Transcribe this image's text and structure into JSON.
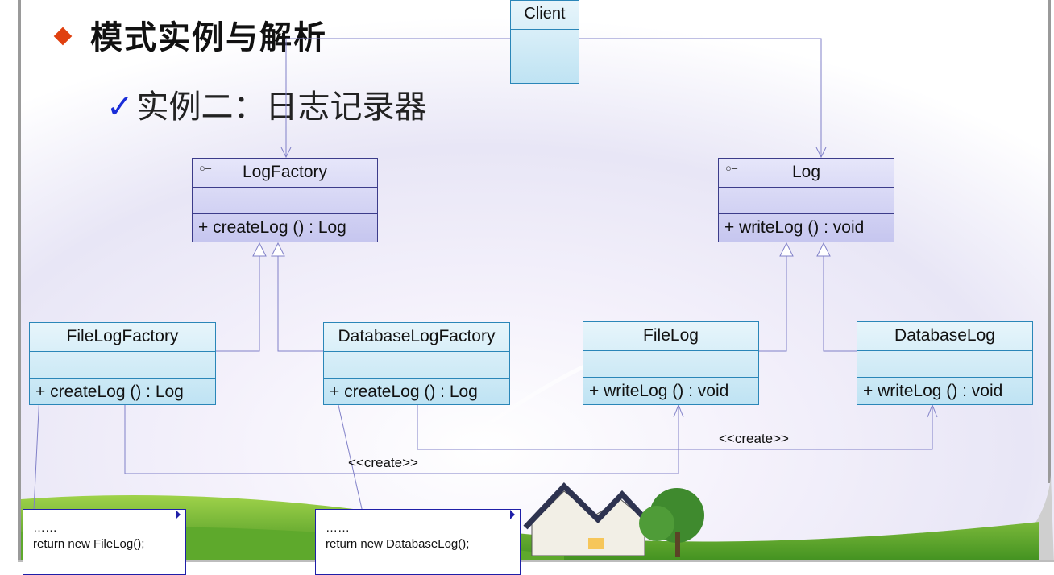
{
  "heading": "模式实例与解析",
  "subheading": "实例二：日志记录器",
  "icons": {
    "bullet": "diamond-bullet-icon",
    "check": "checkmark-icon",
    "interface": "interface-lollipop-icon"
  },
  "colors": {
    "bullet": "#e0400f",
    "check": "#1a2dd8",
    "abstract_class_fill": "#d6d6f5",
    "concrete_class_fill": "#d3ecf8",
    "line": "#8080c8"
  },
  "classes": {
    "client": {
      "name": "Client"
    },
    "log_factory": {
      "name": "LogFactory",
      "operation": "+  createLog ()  : Log"
    },
    "log": {
      "name": "Log",
      "operation": "+  writeLog ()  : void"
    },
    "file_log_factory": {
      "name": "FileLogFactory",
      "operation": "+  createLog ()  : Log"
    },
    "database_log_factory": {
      "name": "DatabaseLogFactory",
      "operation": "+  createLog ()  : Log"
    },
    "file_log": {
      "name": "FileLog",
      "operation": "+  writeLog ()  : void"
    },
    "database_log": {
      "name": "DatabaseLog",
      "operation": "+  writeLog ()  : void"
    }
  },
  "relations": {
    "create_label_1": "<<create>>",
    "create_label_2": "<<create>>"
  },
  "notes": {
    "file_note": {
      "line1": "……",
      "line2": "return new FileLog();"
    },
    "database_note": {
      "line1": "……",
      "line2": "return new DatabaseLog();"
    }
  }
}
